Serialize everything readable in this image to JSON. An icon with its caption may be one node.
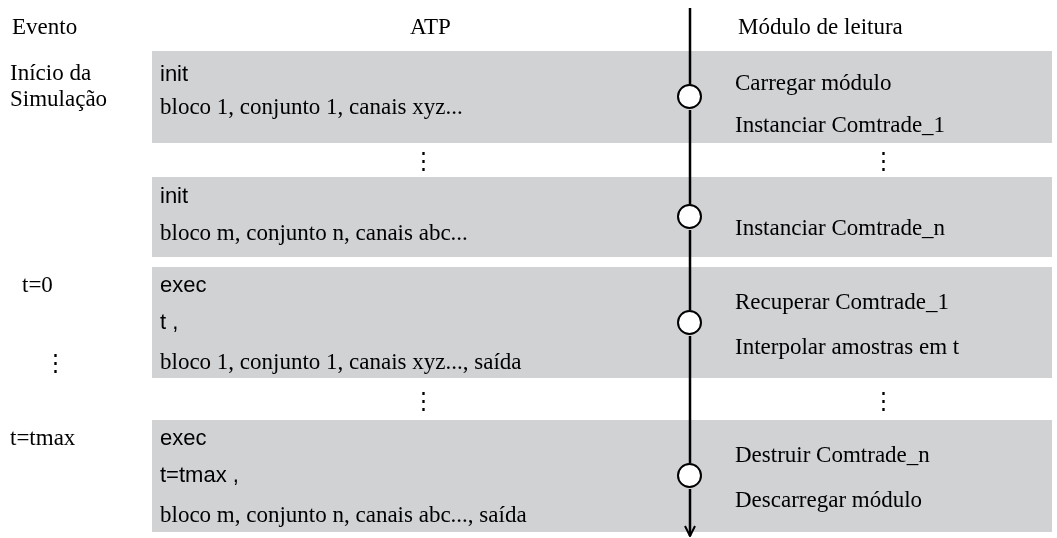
{
  "diagram": {
    "nodes": [
      {
        "text": [
          "init",
          "bloco 1, conjunto 1, canais xyz...",
          "Carregar módulo",
          "Instanciar Comtrade_1"
        ],
        "beside": [
          "Início da Simulação"
        ]
      },
      {
        "text": [],
        "shape": "circle",
        "in": 0
      },
      {
        "text": [
          "init",
          "bloco m, conjunto n, canais abc...",
          "Instanciar Comtrade_n"
        ]
      },
      {
        "text": [],
        "shape": "circle",
        "in": 2
      },
      {
        "text": [
          "exec",
          "t ,",
          "bloco 1, conjunto 1, canais xyz..., saída",
          "Recuperar Comtrade_1",
          "Interpolar amostras em t"
        ]
      },
      {
        "text": [],
        "shape": "circle",
        "in": 4
      },
      {
        "text": [
          "exec",
          "t=tmax ,",
          "bloco m, conjunto n, canais abc..., saída",
          "Destruir Comtrade_n",
          "Descarregar módulo"
        ],
        "beside": [
          "t=tmax"
        ]
      },
      {
        "text": [],
        "shape": "circle",
        "in": 6
      }
    ],
    "edges": [
      {
        "from": null,
        "to": 1,
        "arrow": "none"
      },
      {
        "from": 1,
        "to": 3,
        "arrow": "none"
      },
      {
        "from": 3,
        "to": 5,
        "arrow": "none"
      },
      {
        "from": 5,
        "to": 7,
        "arrow": "none"
      },
      {
        "from": 7,
        "to": null,
        "arrow": "to"
      }
    ],
    "labels": [
      "Evento",
      "ATP",
      "Módulo de leitura",
      "⋮",
      "⋮",
      "t=0",
      "⋮",
      "⋮",
      "⋮"
    ]
  }
}
